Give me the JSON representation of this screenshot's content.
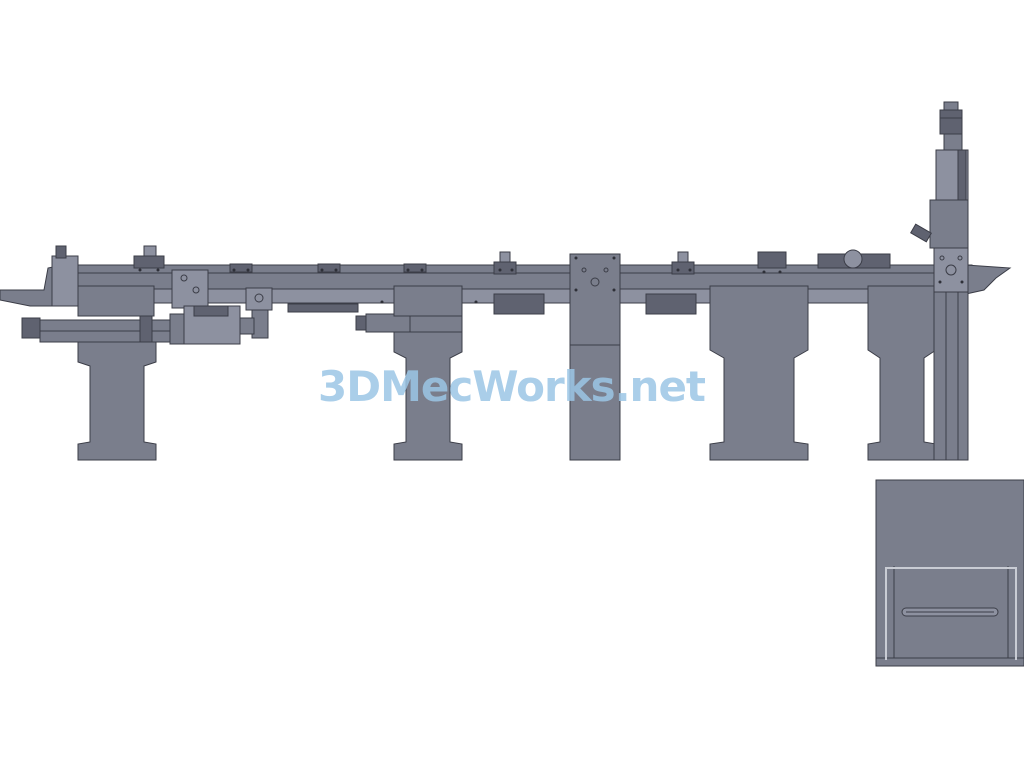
{
  "watermark": {
    "text": "3DMecWorks.net",
    "color": "#9cc6e6"
  },
  "colors": {
    "body": "#7a7e8c",
    "body_dark": "#5f6270",
    "body_light": "#8d91a0",
    "edge": "#3b3d47",
    "highlight": "#c9ccd4",
    "background": "#ffffff"
  },
  "views": [
    "front-view",
    "side-view"
  ]
}
